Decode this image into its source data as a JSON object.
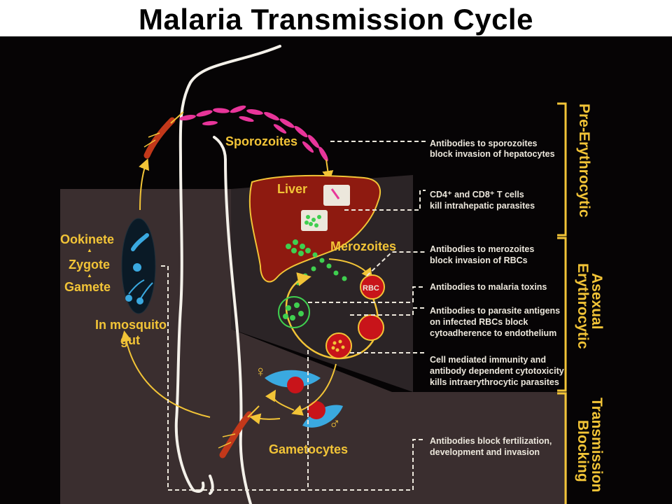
{
  "title": "Malaria Transmission Cycle",
  "stages": {
    "sporozoites": "Sporozoites",
    "liver": "Liver",
    "merozoites": "Merozoites",
    "rbc": "RBC",
    "gametocytes": "Gametocytes",
    "ookinete": "Ookinete",
    "zygote": "Zygote",
    "gamete": "Gamete",
    "gut_line1": "In mosquito",
    "gut_line2": "gut"
  },
  "mechanisms": [
    {
      "line1": "Antibodies to sporozoites",
      "line2": "block invasion of hepatocytes"
    },
    {
      "line1": "CD4⁺ and CD8⁺ T cells",
      "line2": "kill intrahepatic parasites"
    },
    {
      "line1": "Antibodies to merozoites",
      "line2": "block invasion of RBCs"
    },
    {
      "line1": "Antibodies to malaria toxins",
      "line2": ""
    },
    {
      "line1": "Antibodies to parasite antigens",
      "line2": "on infected RBCs block",
      "line3": "cytoadherence to endothelium"
    },
    {
      "line1": "Cell mediated immunity and",
      "line2": "antibody dependent cytotoxicity",
      "line3": "kills intraerythrocytic parasites"
    },
    {
      "line1": "Antibodies block fertilization,",
      "line2": "development and invasion"
    }
  ],
  "categories": {
    "pre_erythrocytic_1": "Pre-",
    "pre_erythrocytic_2": "Erythrocytic",
    "asexual_1": "Asexual",
    "asexual_2": "Erythrocytic",
    "transmission_1": "Transmission",
    "transmission_2": "Blocking"
  },
  "symbols": {
    "female": "♀",
    "male": "♂"
  },
  "colors": {
    "background": "#060405",
    "panel": "#3a2e2f",
    "label_yellow": "#f2c437",
    "note_white": "#ece7dc",
    "liver_red": "#8e1a10",
    "sporozoite_pink": "#e8359a",
    "parasite_green": "#3fcf4f",
    "gametocyte_blue": "#3aa9e0",
    "rbc_red": "#c8141a"
  }
}
